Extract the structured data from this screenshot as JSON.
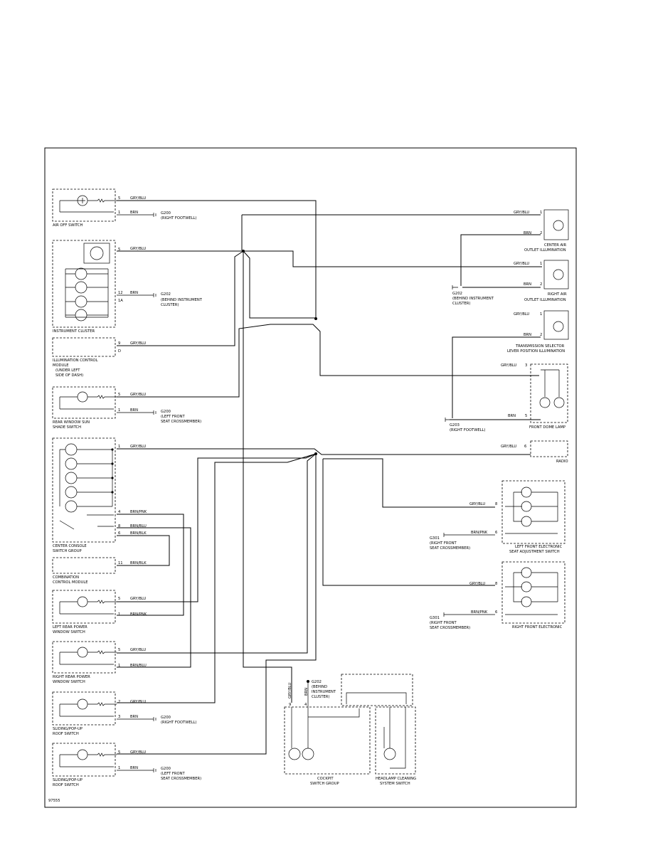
{
  "wire_colors": {
    "gry_blu": "GRY/BLU",
    "brn": "BRN",
    "brn_pnk": "BRN/PNK",
    "brn_blu": "BRN/BLU",
    "brn_blk": "BRN/BLK",
    "gry_blu_vert": "GRY/BLU"
  },
  "left_components": {
    "air_off_switch": {
      "name": "AIR OFF SWITCH",
      "pin_a": "5",
      "pin_b": "1"
    },
    "instrument_cluster": {
      "name": "INSTRUMENT CLUSTER",
      "pin_a": "5",
      "pin_b": "12",
      "pin_c": "1A"
    },
    "illumination_module": {
      "l1": "ILLUMINATION CONTROL",
      "l2": "MODULE",
      "l3": "(UNDER LEFT",
      "l4": "SIDE OF DASH)",
      "pin_a": "9",
      "pin_b": "D"
    },
    "rear_window_sun": {
      "l1": "REAR WINDOW SUN",
      "l2": "SHADE SWITCH",
      "pin_a": "5",
      "pin_b": "1"
    },
    "center_console": {
      "l1": "CENTER CONSOLE",
      "l2": "SWITCH GROUP",
      "pin_a": "1",
      "pin_b": "4",
      "pin_c": "8",
      "pin_d": "6"
    },
    "combination_module": {
      "l1": "COMBINATION",
      "l2": "CONTROL MODULE",
      "pin_a": "11"
    },
    "left_rear_power": {
      "l1": "LEFT REAR POWER",
      "l2": "WINDOW SWITCH",
      "pin_a": "5",
      "pin_b": "1"
    },
    "right_rear_power": {
      "l1": "RIGHT REAR POWER",
      "l2": "WINDOW SWITCH",
      "pin_a": "5",
      "pin_b": "1"
    },
    "sliding_roof_1": {
      "l1": "SLIDING/POP-UP",
      "l2": "ROOF SWITCH",
      "pin_a": "2",
      "pin_b": "3"
    },
    "sliding_roof_2": {
      "l1": "SLIDING/POP-UP",
      "l2": "ROOF SWITCH",
      "pin_a": "5",
      "pin_b": "1"
    }
  },
  "grounds": {
    "g200_right_footwell_1": {
      "l1": "G200",
      "l2": "(RIGHT FOOTWELL)"
    },
    "g202_cluster_1": {
      "l1": "G202",
      "l2": "(BEHIND INSTRUMENT",
      "l3": "CLUSTER)"
    },
    "g200_left_front_1": {
      "l1": "G200",
      "l2": "(LEFT FRONT",
      "l3": "SEAT CROSSMEMBER)"
    },
    "g200_right_footwell_2": {
      "l1": "G200",
      "l2": "(RIGHT FOOTWELL)"
    },
    "g200_left_front_2": {
      "l1": "G200",
      "l2": "(LEFT FRONT",
      "l3": "SEAT CROSSMEMBER)"
    },
    "g202_cluster_2": {
      "l1": "G202",
      "l2": "(BEHIND INSTRUMENT",
      "l3": "CLUSTER)"
    },
    "g203_right_footwell": {
      "l1": "G203",
      "l2": "(RIGHT FOOTWELL)"
    },
    "g301_right_front_1": {
      "l1": "G301",
      "l2": "(RIGHT FRONT",
      "l3": "SEAT CROSSMEMBER)"
    },
    "g301_right_front_2": {
      "l1": "G301",
      "l2": "(RIGHT FRONT",
      "l3": "SEAT CROSSMEMBER)"
    },
    "g202_bottom": {
      "l1": "G202",
      "l2": "(BEHIND",
      "l3": "INSTRUMENT",
      "l4": "CLUSTER)"
    }
  },
  "right_components": {
    "center_air": {
      "l1": "CENTER AIR",
      "l2": "OUTLET ILLUMINATION",
      "pin_a": "1",
      "pin_b": "2"
    },
    "right_air": {
      "l1": "RIGHT AIR",
      "l2": "OUTLET ILLUMINATION",
      "pin_a": "1",
      "pin_b": "2"
    },
    "transmission": {
      "l1": "TRANSMISSION SELECTOR",
      "l2": "LEVER POSITION ILLUMINATION",
      "pin_a": "1",
      "pin_b": "2"
    },
    "front_dome": {
      "l1": "FRONT DOME LAMP",
      "pin_a": "3",
      "pin_b": "5"
    },
    "radio": {
      "l1": "RADIO",
      "pin_a": "6"
    },
    "left_front_seat": {
      "l1": "LEFT FRONT ELECTRONIC",
      "l2": "SEAT ADJUSTMENT SWITCH",
      "pin_a": "8",
      "pin_b": "6"
    },
    "right_front_seat": {
      "l1": "RIGHT FRONT ELECTRONIC",
      "pin_a": "8",
      "pin_b": "6"
    }
  },
  "bottom_components": {
    "cockpit": {
      "l1": "COCKPIT",
      "l2": "SWITCH GROUP",
      "pin_a": "9",
      "pin_b": "4"
    },
    "headlamp": {
      "l1": "HEADLAMP CLEANING",
      "l2": "SYSTEM SWITCH"
    }
  },
  "figure_id": "97555"
}
